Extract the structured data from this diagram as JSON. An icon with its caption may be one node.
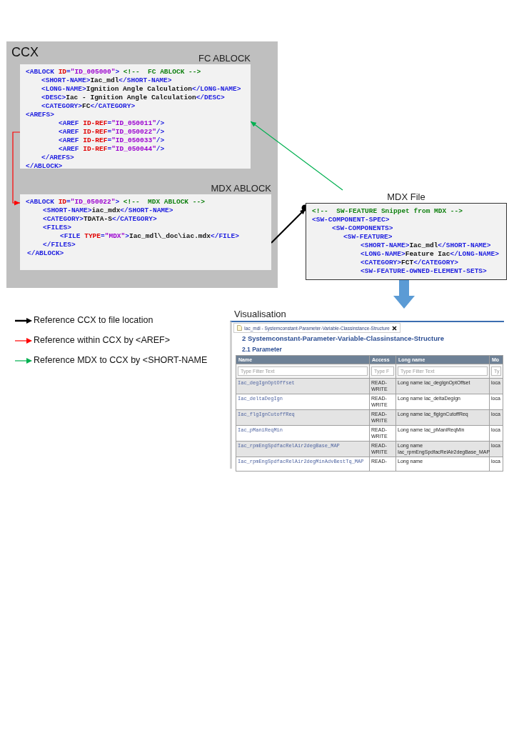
{
  "diagram": {
    "nodes": [
      {
        "text": [
          "CCX"
        ]
      },
      {
        "in": 0,
        "text": [
          "FC ABLOCK",
          "<ABLOCK ID=\"ID_005000\"> <!--  FC ABLOCK -->",
          "<SHORT-NAME>Iac_mdl</SHORT-NAME>",
          "<LONG-NAME>Ignition Angle Calculation</LONG-NAME>",
          "<DESC>Iac - Ignition Angle Calculation</DESC>",
          "<CATEGORY>FC</CATEGORY>",
          "<AREFS>",
          "<AREF ID-REF=\"ID_050011\"/>",
          "<AREF ID-REF=\"ID_050022\"/>",
          "<AREF ID-REF=\"ID_050033\"/>",
          "<AREF ID-REF=\"ID_050044\"/>",
          "</AREFS>",
          "</ABLOCK>"
        ]
      },
      {
        "in": 0,
        "text": [
          "MDX ABLOCK",
          "<ABLOCK ID=\"ID_050022\"> <!--  MDX ABLOCK -->",
          "<SHORT-NAME>iac_mdx</SHORT-NAME>",
          "<CATEGORY>TDATA-S</CATEGORY>",
          "<FILES>",
          "<FILE TYPE=\"MDX\">Iac_mdl\\_doc\\iac.mdx</FILE>",
          "</FILES>",
          "</ABLOCK>"
        ]
      },
      {
        "text": [
          "MDX File",
          "<!--  SW-FEATURE Snippet from MDX -->",
          "<SW-COMPONENT-SPEC>",
          "<SW-COMPONENTS>",
          "<SW-FEATURE>",
          "<SHORT-NAME>Iac_mdl</SHORT-NAME>",
          "<LONG-NAME>Feature Iac</LONG-NAME>",
          "<CATEGORY>FCT</CATEGORY>",
          "<SW-FEATURE-OWNED-ELEMENT-SETS>"
        ]
      },
      {
        "text": [
          "Visualisation",
          "Iac_mdl - Systemconstant-Parameter-Variable-Classinstance-Structure",
          "2 Systemconstant-Parameter-Variable-Classinstance-Structure",
          "2.1 Parameter"
        ]
      }
    ],
    "edges": [
      {
        "from": 1,
        "to": 2,
        "arrow": "to",
        "color": "#ff0000"
      },
      {
        "from": 2,
        "to": 3,
        "arrow": "to",
        "color": "#000000"
      },
      {
        "from": 3,
        "to": 1,
        "arrow": "to",
        "color": "#00b050"
      },
      {
        "from": 3,
        "to": 4,
        "arrow": "to",
        "style": "thick",
        "color": "#5b9bd5"
      }
    ],
    "labels": [
      "Name",
      "Access",
      "Long name",
      "Mo",
      "Type Filter Text",
      "Type F",
      "Type Filter Text",
      "Ty",
      "Iac_degIgnOptOffset",
      "READ-WRITE",
      "Long name Iac_degIgnOptOffset",
      "loca",
      "Iac_deltaDegIgn",
      "READ-WRITE",
      "Long name Iac_deltaDegIgn",
      "loca",
      "Iac_flgIgnCutoffReq",
      "READ-WRITE",
      "Long name Iac_flgIgnCutoffReq",
      "loca",
      "Iac_pManiReqMin",
      "READ-WRITE",
      "Long name Iac_pManiReqMin",
      "loca",
      "Iac_rpmEngSpdfacRelAir2degBase_MAP",
      "READ-WRITE",
      "Long name Iac_rpmEngSpdfacRelAir2degBase_MAP",
      "loca",
      "Iac_rpmEngSpdfacRelAir2degMinAdvBestTq_MAP",
      "READ-",
      "Long name",
      "loca"
    ],
    "legend": [
      {
        "text": "Reference CCX to file location"
      },
      {
        "text": "Reference within CCX by <AREF>"
      },
      {
        "text": "Reference MDX to CCX by <SHORT-NAME"
      }
    ]
  }
}
